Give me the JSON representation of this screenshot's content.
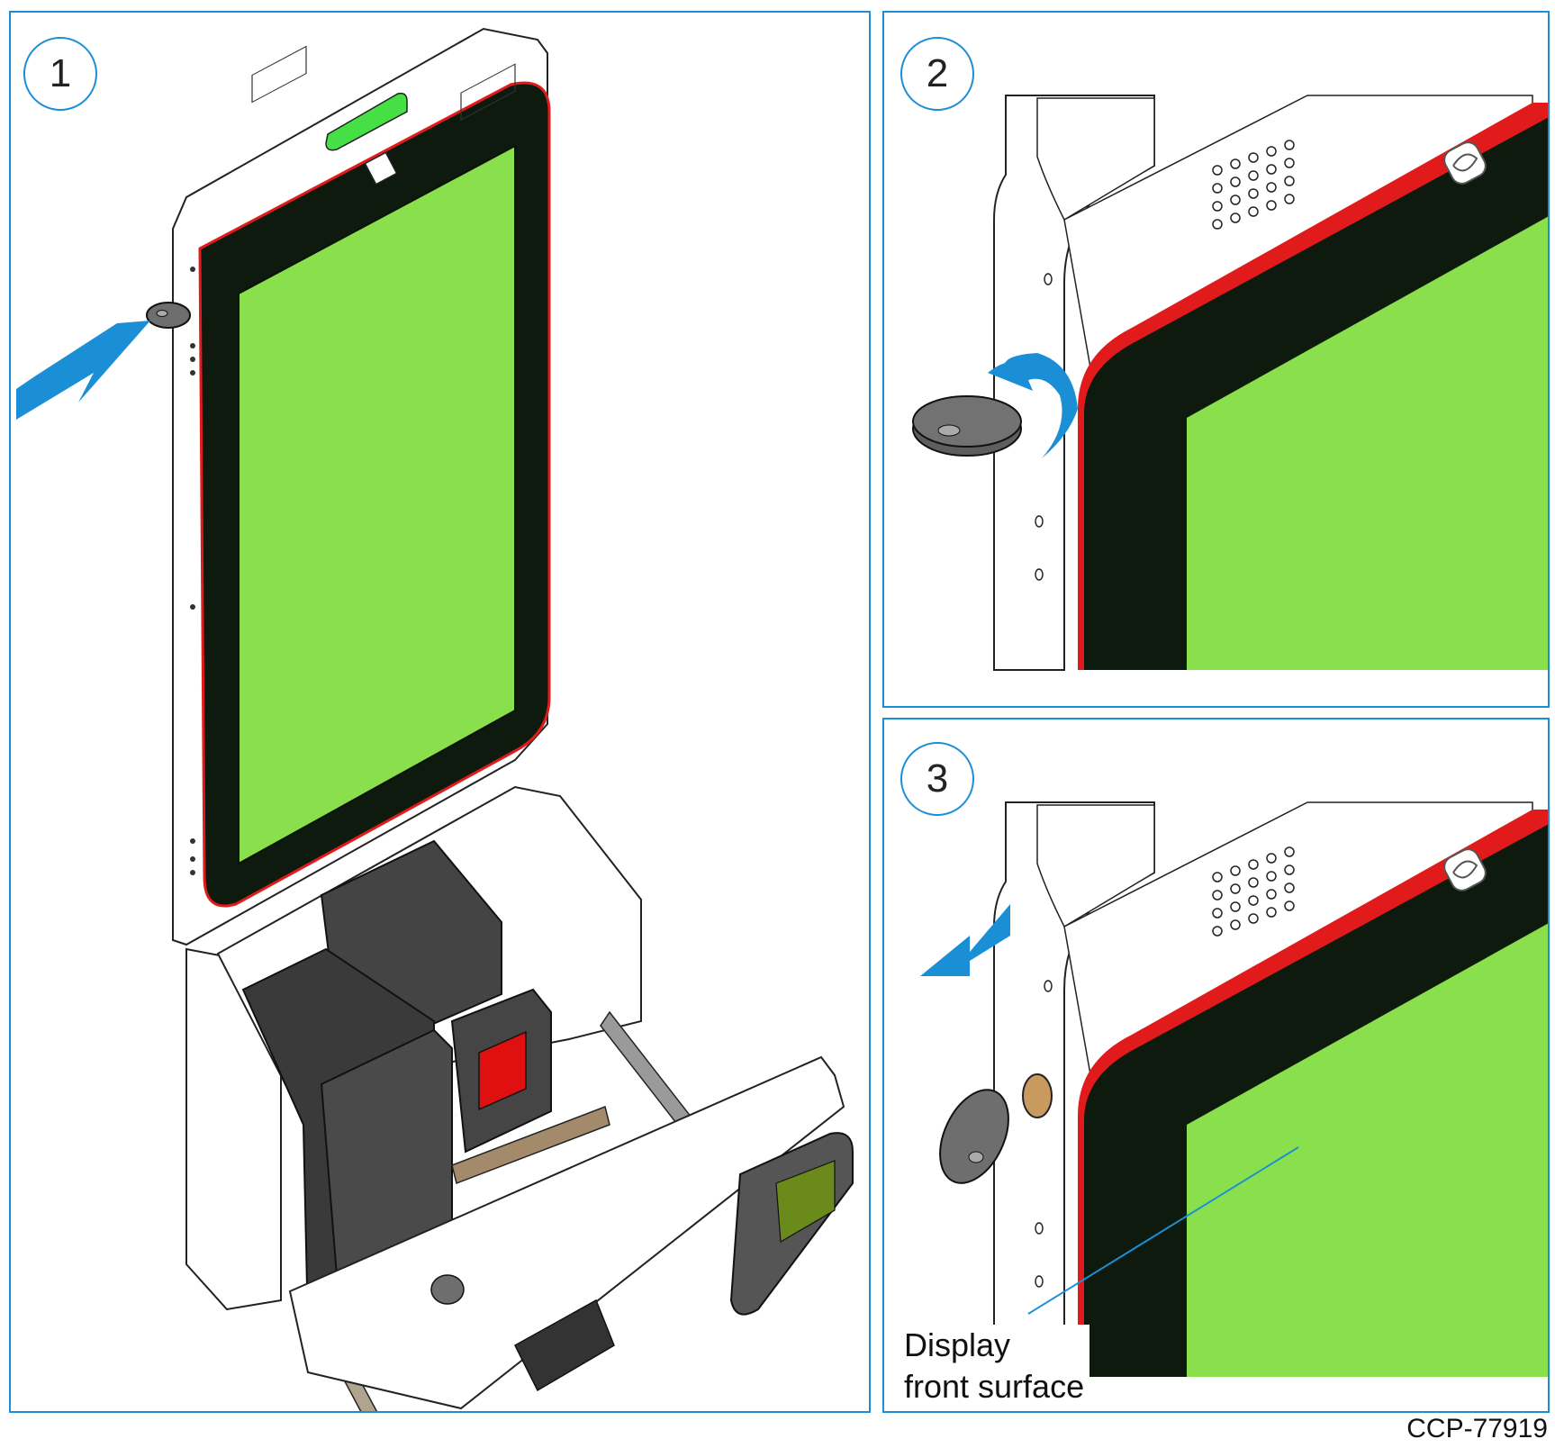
{
  "steps": [
    {
      "number": "1"
    },
    {
      "number": "2"
    },
    {
      "number": "3"
    }
  ],
  "callout": {
    "line1": "Display",
    "line2": "front surface"
  },
  "figure_id": "CCP-77919",
  "colors": {
    "panel_border": "#1b8fd6",
    "arrow": "#1b8fd6",
    "screen": "#8ae04c",
    "bezel": "#0d1a0d",
    "bezel_edge": "#e11b1b",
    "key": "#6e6e6e",
    "bracket": "#a38a6a"
  },
  "icons": [
    "key-icon",
    "push-arrow-icon",
    "rotate-arrow-icon",
    "pull-arrow-icon",
    "logo-icon"
  ]
}
